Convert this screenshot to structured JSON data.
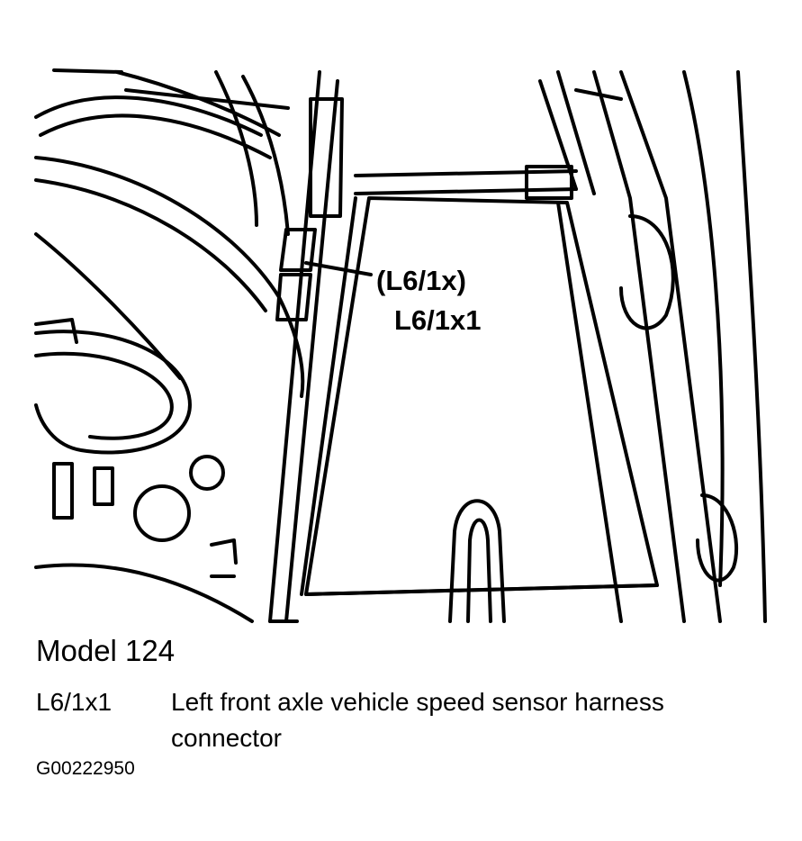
{
  "diagram": {
    "callout_primary": "(L6/1x)",
    "callout_secondary": "L6/1x1"
  },
  "caption": {
    "model": "Model 124",
    "legend": [
      {
        "code": "L6/1x1",
        "description": "Left front axle vehicle speed sensor harness connector"
      }
    ],
    "figure_id": "G00222950"
  }
}
